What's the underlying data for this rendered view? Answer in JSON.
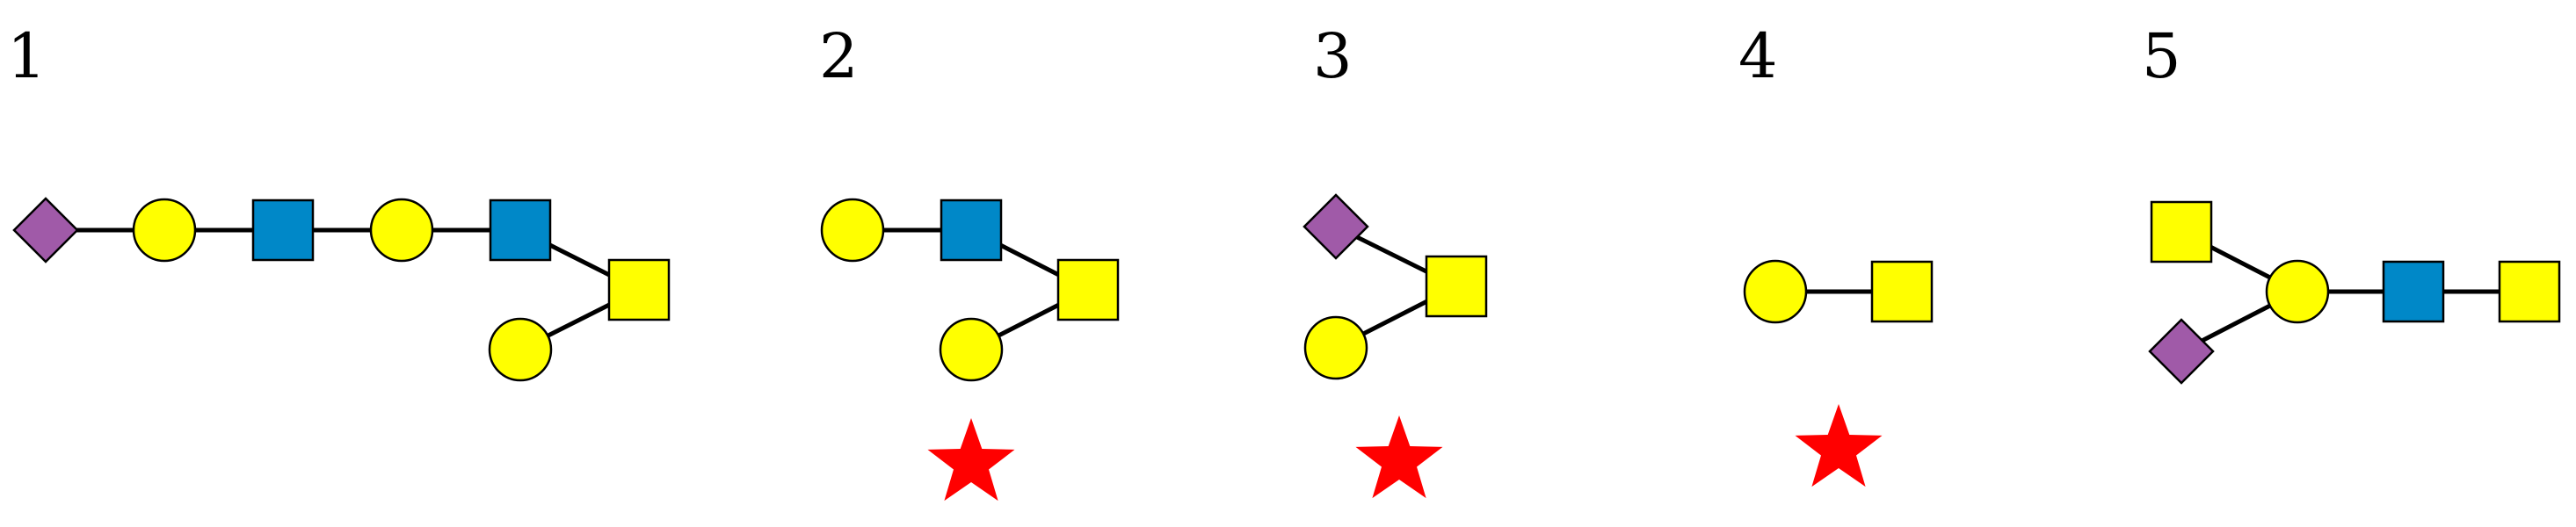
{
  "colors": {
    "background": "#ffffff",
    "link": "#000000",
    "outline": "#000000",
    "circle": "#ffff00",
    "square_yellow": "#ffff00",
    "square_blue": "#0088c8",
    "diamond": "#a05aa8",
    "star": "#ff0000"
  },
  "glycans": [
    {
      "number": "1",
      "residues": [
        {
          "id": "sia1",
          "shape": "diamond",
          "color": "purple"
        },
        {
          "id": "gal1",
          "shape": "circle",
          "color": "yellow"
        },
        {
          "id": "glcnac1",
          "shape": "square",
          "color": "blue"
        },
        {
          "id": "gal2",
          "shape": "circle",
          "color": "yellow"
        },
        {
          "id": "glcnac2",
          "shape": "square",
          "color": "blue"
        },
        {
          "id": "galnac",
          "shape": "square",
          "color": "yellow"
        },
        {
          "id": "gal3",
          "shape": "circle",
          "color": "yellow"
        }
      ],
      "links": [
        [
          "sia1",
          "gal1"
        ],
        [
          "gal1",
          "glcnac1"
        ],
        [
          "glcnac1",
          "gal2"
        ],
        [
          "gal2",
          "glcnac2"
        ],
        [
          "glcnac2",
          "galnac"
        ],
        [
          "gal3",
          "galnac"
        ]
      ],
      "starred": false
    },
    {
      "number": "2",
      "residues": [
        {
          "id": "gal1",
          "shape": "circle",
          "color": "yellow"
        },
        {
          "id": "glcnac1",
          "shape": "square",
          "color": "blue"
        },
        {
          "id": "galnac",
          "shape": "square",
          "color": "yellow"
        },
        {
          "id": "gal2",
          "shape": "circle",
          "color": "yellow"
        }
      ],
      "links": [
        [
          "gal1",
          "glcnac1"
        ],
        [
          "glcnac1",
          "galnac"
        ],
        [
          "gal2",
          "galnac"
        ]
      ],
      "starred": true
    },
    {
      "number": "3",
      "residues": [
        {
          "id": "sia1",
          "shape": "diamond",
          "color": "purple"
        },
        {
          "id": "galnac",
          "shape": "square",
          "color": "yellow"
        },
        {
          "id": "gal1",
          "shape": "circle",
          "color": "yellow"
        }
      ],
      "links": [
        [
          "sia1",
          "galnac"
        ],
        [
          "gal1",
          "galnac"
        ]
      ],
      "starred": true
    },
    {
      "number": "4",
      "residues": [
        {
          "id": "gal1",
          "shape": "circle",
          "color": "yellow"
        },
        {
          "id": "galnac",
          "shape": "square",
          "color": "yellow"
        }
      ],
      "links": [
        [
          "gal1",
          "galnac"
        ]
      ],
      "starred": true
    },
    {
      "number": "5",
      "residues": [
        {
          "id": "galnac1",
          "shape": "square",
          "color": "yellow"
        },
        {
          "id": "sia1",
          "shape": "diamond",
          "color": "purple"
        },
        {
          "id": "gal1",
          "shape": "circle",
          "color": "yellow"
        },
        {
          "id": "glcnac1",
          "shape": "square",
          "color": "blue"
        },
        {
          "id": "galnac2",
          "shape": "square",
          "color": "yellow"
        }
      ],
      "links": [
        [
          "galnac1",
          "gal1"
        ],
        [
          "sia1",
          "gal1"
        ],
        [
          "gal1",
          "glcnac1"
        ],
        [
          "glcnac1",
          "galnac2"
        ]
      ],
      "starred": false
    }
  ]
}
